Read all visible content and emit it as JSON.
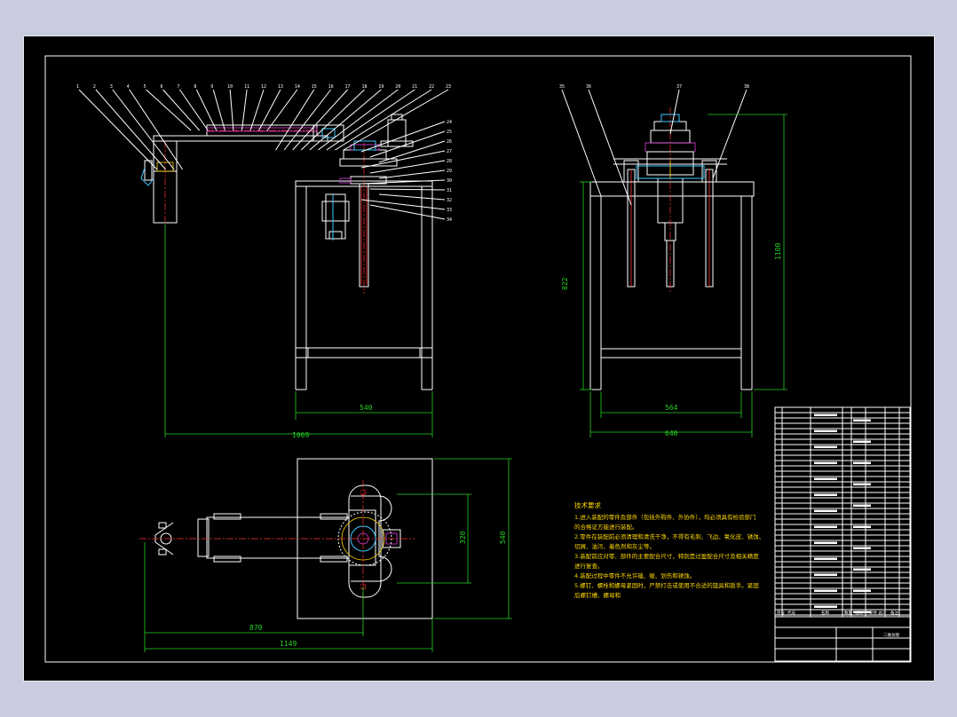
{
  "drawing": {
    "title": "二维总图",
    "background": "#000000",
    "frame_color": "#ffffff",
    "dimension_color": "#25d325",
    "centerline_color": "#ff3030",
    "text_color": "#ffd800"
  },
  "front_view": {
    "balloons": [
      "1",
      "2",
      "3",
      "4",
      "5",
      "6",
      "7",
      "8",
      "9",
      "10",
      "11",
      "12",
      "13",
      "14",
      "15",
      "16",
      "17",
      "18",
      "19",
      "20",
      "21",
      "22",
      "23"
    ],
    "side_balloons": [
      "24",
      "25",
      "26",
      "27",
      "28",
      "29",
      "30",
      "31",
      "32",
      "33",
      "34"
    ],
    "dims": {
      "table_width": "540",
      "reach": "1069"
    }
  },
  "side_view": {
    "balloons": [
      "35",
      "36",
      "37",
      "38"
    ],
    "dims": {
      "height_inner": "822",
      "height_total": "1100",
      "width_inner": "564",
      "width_outer": "640"
    }
  },
  "top_view": {
    "dims": {
      "arm_length": "870",
      "total_length": "1149",
      "depth_inner": "320",
      "depth_outer": "540"
    }
  },
  "technical_notes": {
    "title": "技术要求",
    "lines": [
      "1.进入装配的零件及部件（包括外购件、外协件），均必须具有检验部门",
      "的合格证方能进行装配。",
      "2.零件在装配前必须清理和清洗干净，不得有毛刺、飞边、氧化皮、锈蚀、",
      "切屑、油污、着色剂和灰尘等。",
      "3.装配前应对零、部件的主要配合尺寸，特别是过盈配合尺寸及相关精度",
      "进行复查。",
      "4.装配过程中零件不允许磕、碰、划伤和锈蚀。",
      "5.螺钉、螺栓和螺母紧固时，严禁打击或使用不合适的旋具和扳手。紧固",
      "后螺钉槽、螺母和"
    ]
  },
  "title_block": {
    "header": [
      "序号",
      "代号",
      "名称",
      "数量",
      "材料",
      "单件 总计",
      "备注"
    ],
    "drawing_name": "二维总图"
  }
}
